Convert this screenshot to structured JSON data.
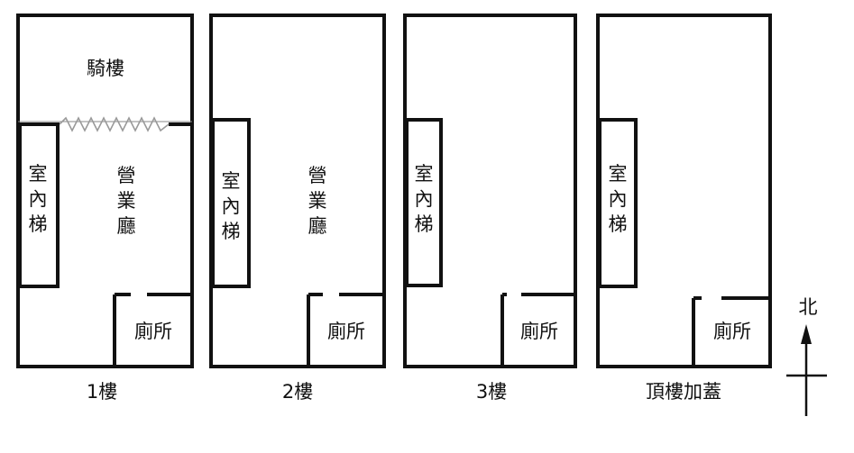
{
  "floors": [
    {
      "caption": "1樓",
      "rooms": {
        "arcade": "騎樓",
        "stairs": [
          "室",
          "內",
          "梯"
        ],
        "business_hall": [
          "營",
          "業",
          "廳"
        ],
        "toilet": "廁所"
      }
    },
    {
      "caption": "2樓",
      "rooms": {
        "stairs": [
          "室",
          "內",
          "梯"
        ],
        "business_hall": [
          "營",
          "業",
          "廳"
        ],
        "toilet": "廁所"
      }
    },
    {
      "caption": "3樓",
      "rooms": {
        "stairs": [
          "室",
          "內",
          "梯"
        ],
        "toilet": "廁所"
      }
    },
    {
      "caption": "頂樓加蓋",
      "rooms": {
        "stairs": [
          "室",
          "內",
          "梯"
        ],
        "toilet": "廁所"
      }
    }
  ],
  "compass": {
    "label": "北"
  },
  "colors": {
    "wall": "#111111",
    "background": "#ffffff"
  }
}
